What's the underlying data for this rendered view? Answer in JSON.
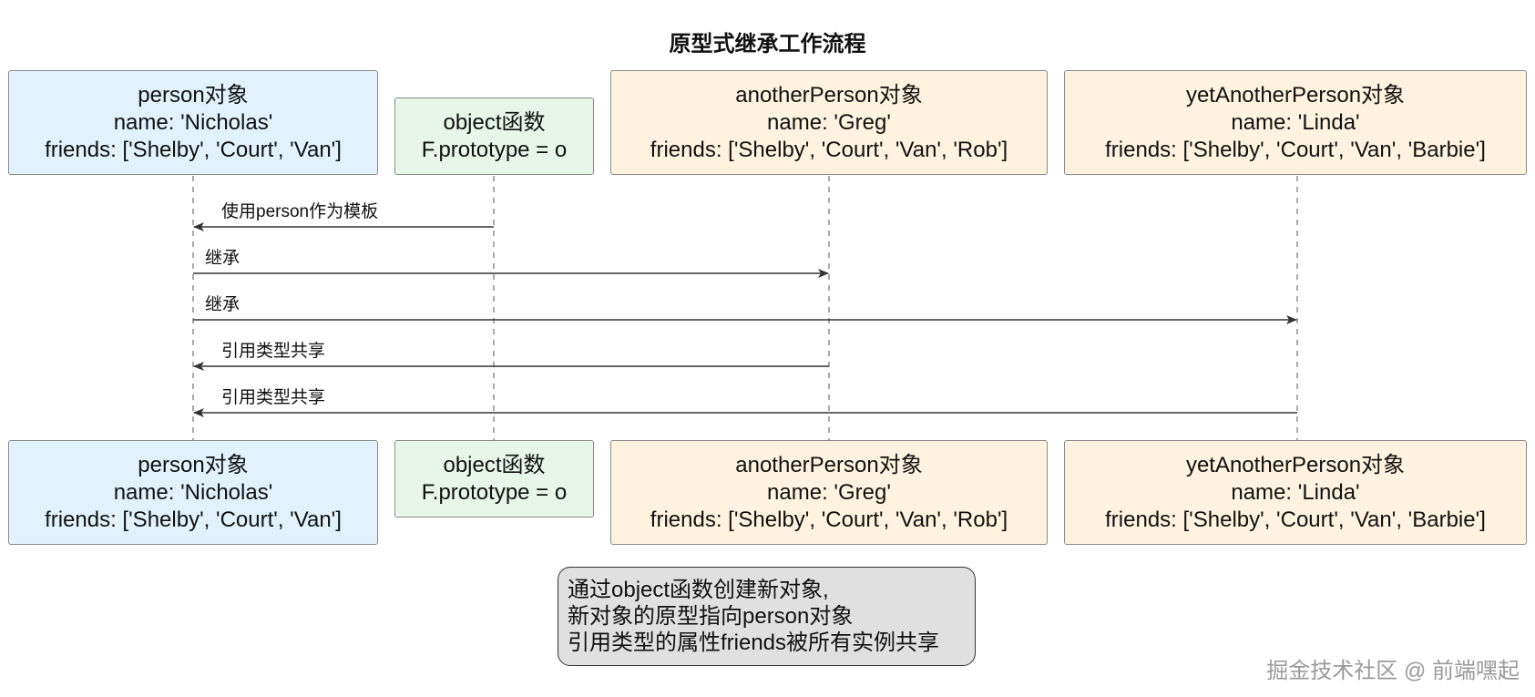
{
  "title": "原型式继承工作流程",
  "participants": [
    {
      "id": "person",
      "lines": [
        "person对象",
        "name: 'Nicholas'",
        "friends: ['Shelby', 'Court', 'Van']"
      ],
      "color": "#e2f2fd"
    },
    {
      "id": "object",
      "lines": [
        "object函数",
        "F.prototype = o"
      ],
      "color": "#e8f5e9"
    },
    {
      "id": "another",
      "lines": [
        "anotherPerson对象",
        "name: 'Greg'",
        "friends: ['Shelby', 'Court', 'Van', 'Rob']"
      ],
      "color": "#fff3e0"
    },
    {
      "id": "yet",
      "lines": [
        "yetAnotherPerson对象",
        "name: 'Linda'",
        "friends: ['Shelby', 'Court', 'Van', 'Barbie']"
      ],
      "color": "#fff3e0"
    }
  ],
  "messages": [
    {
      "from": "object",
      "to": "person",
      "label": "使用person作为模板"
    },
    {
      "from": "person",
      "to": "another",
      "label": "继承"
    },
    {
      "from": "person",
      "to": "yet",
      "label": "继承"
    },
    {
      "from": "another",
      "to": "person",
      "label": "引用类型共享"
    },
    {
      "from": "yet",
      "to": "person",
      "label": "引用类型共享"
    }
  ],
  "note": {
    "lines": [
      "通过object函数创建新对象,",
      "新对象的原型指向person对象",
      "引用类型的属性friends被所有实例共享"
    ]
  },
  "watermark": "掘金技术社区 @ 前端嘿起"
}
